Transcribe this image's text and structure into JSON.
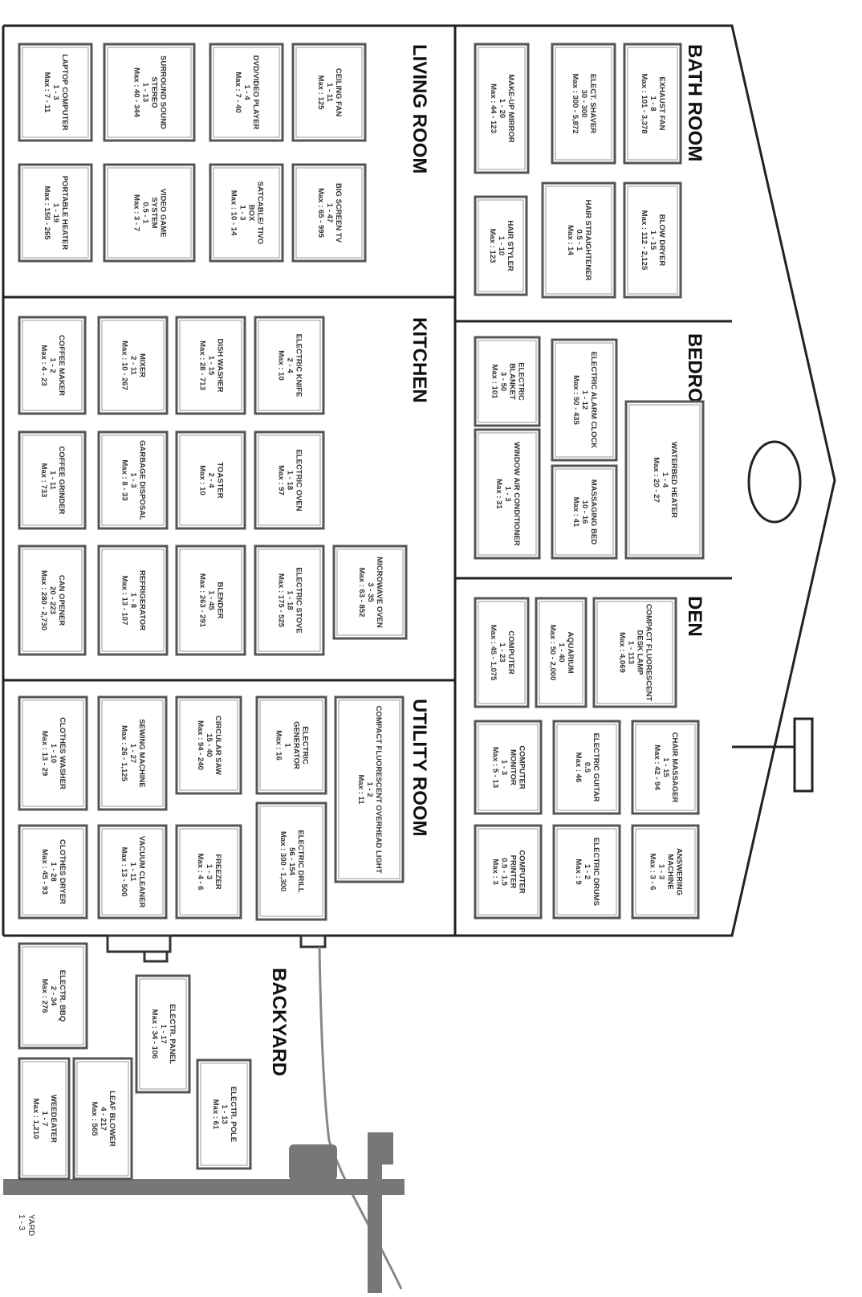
{
  "rooms": {
    "bath_room": {
      "title": "BATH ROOM",
      "appliances": [
        {
          "name": "EXHAUST FAN",
          "range": "1 - 8",
          "max": "Max : 101 - 3,378"
        },
        {
          "name": "BLOW DRYER",
          "range": "1 - 15",
          "max": "Max : 112 - 2,125"
        },
        {
          "name": "ELECT. SHAVER",
          "range": "30 - 300",
          "max": "Max : 300 - 5,872"
        },
        {
          "name": "HAIR STRAIGHTENER",
          "range": "0.5 - 1",
          "max": "Max : 14"
        },
        {
          "name": "MAKE-UP MIRROR",
          "range": "1 - 20",
          "max": "Max : 44 - 123"
        },
        {
          "name": "HAIR STYLER",
          "range": "1 - 10",
          "max": "Max : 123"
        }
      ]
    },
    "bedroom": {
      "title": "BEDROOM",
      "appliances": [
        {
          "name": "WATERBED HEATER",
          "range": "1 - 4",
          "max": "Max : 20 - 27"
        },
        {
          "name": "ELECTRIC ALARM CLOCK",
          "range": "1 - 12",
          "max": "Max : 50 - 435"
        },
        {
          "name": "MASSAGING BED",
          "range": "10 - 16",
          "max": "Max : 41"
        },
        {
          "name": "ELECTRIC BLANKET",
          "range": "3 - 50",
          "max": "Max : 101"
        },
        {
          "name": "WINDOW AIR CONDITIONER",
          "range": "1 - 3",
          "max": "Max : 31"
        }
      ]
    },
    "den": {
      "title": "DEN",
      "appliances": [
        {
          "name": "COMPACT FLUORESCENT DESK LAMP",
          "range": "1 - 113",
          "max": "Max : 4,069"
        },
        {
          "name": "AQUARIUM",
          "range": "1 - 40",
          "max": "Max : 50 - 2,000"
        },
        {
          "name": "COMPUTER",
          "range": "1 - 23",
          "max": "Max : 45 - 1,075"
        },
        {
          "name": "CHAIR MASSAGER",
          "range": "1 - 15",
          "max": "Max : 42 - 94"
        },
        {
          "name": "ELECTRIC GUITAR",
          "range": "0.5",
          "max": "Max : 46"
        },
        {
          "name": "COMPUTER MONITOR",
          "range": "1 - 3",
          "max": "Max : 5 - 13"
        },
        {
          "name": "ANSWERING MACHINE",
          "range": "1 - 3",
          "max": "Max : 3 - 6"
        },
        {
          "name": "ELECTRIC DRUMS",
          "range": "1 - 2",
          "max": "Max : 9"
        },
        {
          "name": "COMPUTER PRINTER",
          "range": "0.5 - 1.5",
          "max": "Max : 3"
        }
      ]
    },
    "living_room": {
      "title": "LIVING ROOM",
      "appliances": [
        {
          "name": "CEILING FAN",
          "range": "1 - 11",
          "max": "Max : 125"
        },
        {
          "name": "BIG SCREEN TV",
          "range": "1 - 47",
          "max": "Max : 65 - 995"
        },
        {
          "name": "DVD/VIDEO PLAYER",
          "range": "1 - 4",
          "max": "Max : 7 - 40"
        },
        {
          "name": "SATCABLE/ TIVO BOX",
          "range": "1 - 3",
          "max": "Max : 10 - 14"
        },
        {
          "name": "SURROUND SOUND STEREO",
          "range": "1 - 13",
          "max": "Max : 40 - 344"
        },
        {
          "name": "VIDEO GAME SYSTEM",
          "range": "0.5 - 1",
          "max": "Max : 3 - 7"
        },
        {
          "name": "LAPTOP COMPUTER",
          "range": "1 - 3",
          "max": "Max : 7 - 11"
        },
        {
          "name": "PORTABLE HEATER",
          "range": "1 - 19",
          "max": "Max : 150 - 265"
        }
      ]
    },
    "kitchen": {
      "title": "KITCHEN",
      "appliances": [
        {
          "name": "ELECTRIC KNIFE",
          "range": "2 - 4",
          "max": "Max : 10"
        },
        {
          "name": "ELECTRIC OVEN",
          "range": "1 - 18",
          "max": "Max : 97"
        },
        {
          "name": "ELECTRIC STOVE",
          "range": "1 - 18",
          "max": "Max : 175 - 525"
        },
        {
          "name": "MICROWAVE OVEN",
          "range": "3 - 35",
          "max": "Max : 63 - 852"
        },
        {
          "name": "DISH WASHER",
          "range": "1 - 15",
          "max": "Max : 28 - 713"
        },
        {
          "name": "TOASTER",
          "range": "2 - 4",
          "max": "Max : 10"
        },
        {
          "name": "BLENDER",
          "range": "1 - 45",
          "max": "Max : 263 - 291"
        },
        {
          "name": "MIXER",
          "range": "2 - 11",
          "max": "Max : 10 - 267"
        },
        {
          "name": "GARBAGE DISPOSAL",
          "range": "1 - 3",
          "max": "Max : 8 - 33"
        },
        {
          "name": "REFRIGERATOR",
          "range": "1 - 8",
          "max": "Max : 13 - 107"
        },
        {
          "name": "COFFEE MAKER",
          "range": "1 - 2",
          "max": "Max : 4 - 23"
        },
        {
          "name": "COFFEE GRINDER",
          "range": "1 - 11",
          "max": "Max : 733"
        },
        {
          "name": "CAN OPENER",
          "range": "20 - 223",
          "max": "Max : 280 - 2,730"
        }
      ]
    },
    "utility_room": {
      "title": "UTILITY ROOM",
      "appliances": [
        {
          "name": "COMPACT FLUORESCENT OVERHEAD LIGHT",
          "range": "1 - 2",
          "max": "Max : 11"
        },
        {
          "name": "ELECTRIC GENERATOR",
          "range": "1",
          "max": "Max : 16"
        },
        {
          "name": "ELECTRIC DRILL",
          "range": "56 - 154",
          "max": "Max : 300 - 1,300"
        },
        {
          "name": "CIRCULAR SAW",
          "range": "15 - 40",
          "max": "Max : 94 - 240"
        },
        {
          "name": "FREEZER",
          "range": "1 - 3",
          "max": "Max : 4 - 6"
        },
        {
          "name": "SEWING MACHINE",
          "range": "1 - 27",
          "max": "Max : 26 - 1,125"
        },
        {
          "name": "VACUUM CLEANER",
          "range": "1 - 11",
          "max": "Max : 13 - 500"
        },
        {
          "name": "CLOTHES WASHER",
          "range": "1 - 10",
          "max": "Max : 13 - 29"
        },
        {
          "name": "CLOTHES DRYER",
          "range": "1 - 28",
          "max": "Max : 45 - 93"
        }
      ]
    },
    "backyard": {
      "title": "BACKYARD",
      "appliances": [
        {
          "name": "ELECTR. BBQ",
          "range": "2 - 34",
          "max": "Max : 276"
        },
        {
          "name": "ELECTR. PANEL",
          "range": "1 - 17",
          "max": "Max : 34 - 106"
        },
        {
          "name": "ELECTR. POLE",
          "range": "1 - 13",
          "max": "Max : 61"
        },
        {
          "name": "LEAF BLOWER",
          "range": "4 - 217",
          "max": "Max : 565"
        },
        {
          "name": "WEEDEATER",
          "range": "1 - 7",
          "max": "Max : 1,210"
        }
      ]
    }
  },
  "corner_note": {
    "line1": "YARD",
    "line2": "1 - 3"
  }
}
